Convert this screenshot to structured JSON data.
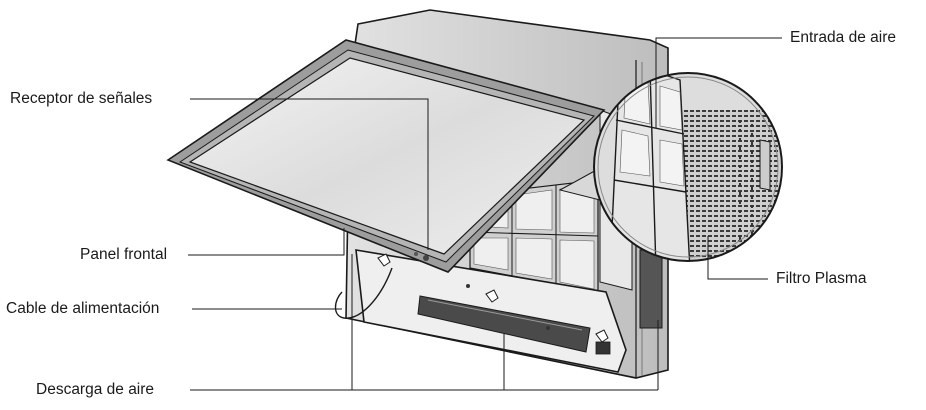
{
  "labels": {
    "signal_receiver": "Receptor de señales",
    "front_panel": "Panel frontal",
    "power_cable": "Cable de alimentación",
    "air_discharge": "Descarga de aire",
    "air_inlet": "Entrada de aire",
    "plasma_filter": "Filtro Plasma"
  },
  "colors": {
    "stroke": "#1a1a1a",
    "panel_frame": "#9a9a9a",
    "glass": "#e6e6e6",
    "body": "#d8d8d8",
    "filter": "#c8c8c8"
  }
}
